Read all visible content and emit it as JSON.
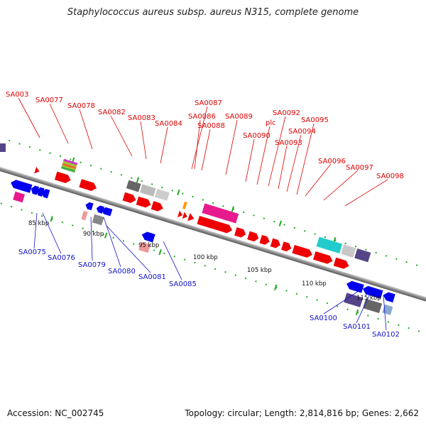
{
  "header": {
    "title": "Staphylococcus aureus subsp. aureus N315, complete genome"
  },
  "footer": {
    "accession": "Accession: NC_002745",
    "summary": "Topology: circular; Length: 2,814,816 bp; Genes: 2,662"
  },
  "colors": {
    "forward_gene": "#ee0000",
    "reverse_gene": "#0000ee",
    "label_forward": "#dd0000",
    "label_reverse": "#1111cc",
    "backbone": "#8a8a8a",
    "tick": "#22aa22"
  },
  "kbp_labels": [
    "85 kbp",
    "90 kbp",
    "95 kbp",
    "100 kbp",
    "105 kbp",
    "110 kbp",
    "115 kbp"
  ],
  "forward_labels": [
    "SA003",
    "SA0077",
    "SA0078",
    "SA0082",
    "SA0083",
    "SA0084",
    "SA0087",
    "SA0086",
    "SA0088",
    "SA0089",
    "SA0090",
    "plc",
    "SA0092",
    "SA0093",
    "SA0094",
    "SA0095",
    "SA0096",
    "SA0097",
    "SA0098"
  ],
  "reverse_labels": [
    "SA0075",
    "SA0076",
    "SA0079",
    "SA0080",
    "SA0081",
    "SA0085",
    "SA0100",
    "SA0101",
    "SA0102"
  ]
}
